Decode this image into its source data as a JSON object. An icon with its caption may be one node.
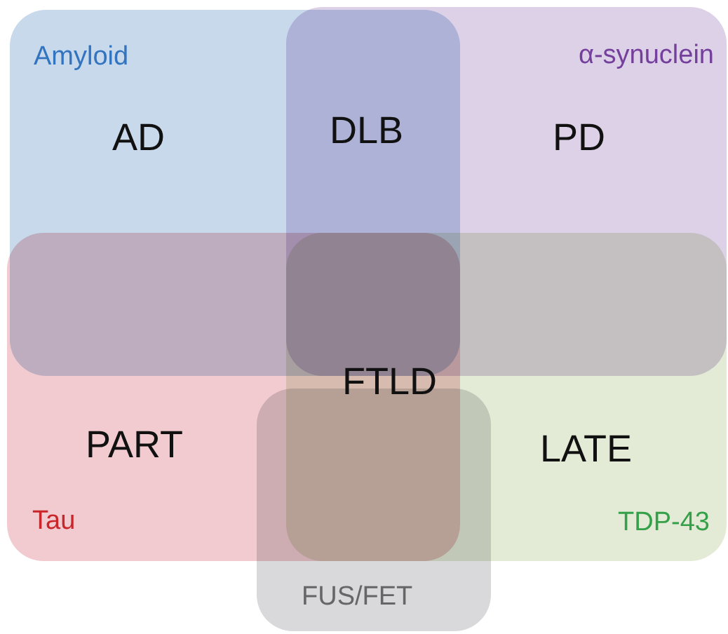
{
  "diagram": {
    "nodes": [
      {
        "text": [
          "Amyloid",
          "AD"
        ]
      },
      {
        "text": [
          "α-synuclein",
          "PD"
        ]
      },
      {
        "text": [
          "PART",
          "Tau"
        ]
      },
      {
        "text": [
          "LATE",
          "TDP-43"
        ]
      },
      {
        "text": [
          "FUS/FET"
        ]
      }
    ],
    "labels": [
      "DLB",
      "FTLD"
    ]
  }
}
